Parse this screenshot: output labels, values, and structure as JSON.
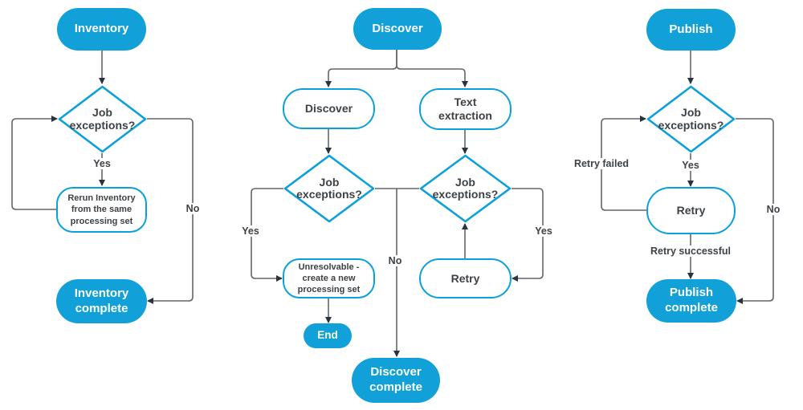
{
  "diagram": {
    "inventory": {
      "title": "Inventory",
      "decision": "Job exceptions?",
      "yes": "Yes",
      "no": "No",
      "rerun_action": "Rerun Inventory from the same processing set",
      "complete": "Inventory complete"
    },
    "discover": {
      "title": "Discover",
      "discover_node": "Discover",
      "text_extraction_node": "Text extraction",
      "decision_left": "Job exceptions?",
      "decision_right": "Job exceptions?",
      "yes_left": "Yes",
      "yes_right": "Yes",
      "no": "No",
      "unresolvable_action": "Unresolvable - create a new processing set",
      "retry_action": "Retry",
      "end": "End",
      "complete": "Discover complete"
    },
    "publish": {
      "title": "Publish",
      "decision": "Job exceptions?",
      "yes": "Yes",
      "no": "No",
      "retry_action": "Retry",
      "retry_failed": "Retry failed",
      "retry_successful": "Retry successful",
      "complete": "Publish complete"
    },
    "colors": {
      "node_fill_blue": "#12A0D8",
      "node_border_blue": "#0BA0DC",
      "connector_gray": "#63676A",
      "arrowhead_dark": "#2A323E",
      "text_dark": "#3D4247"
    }
  }
}
